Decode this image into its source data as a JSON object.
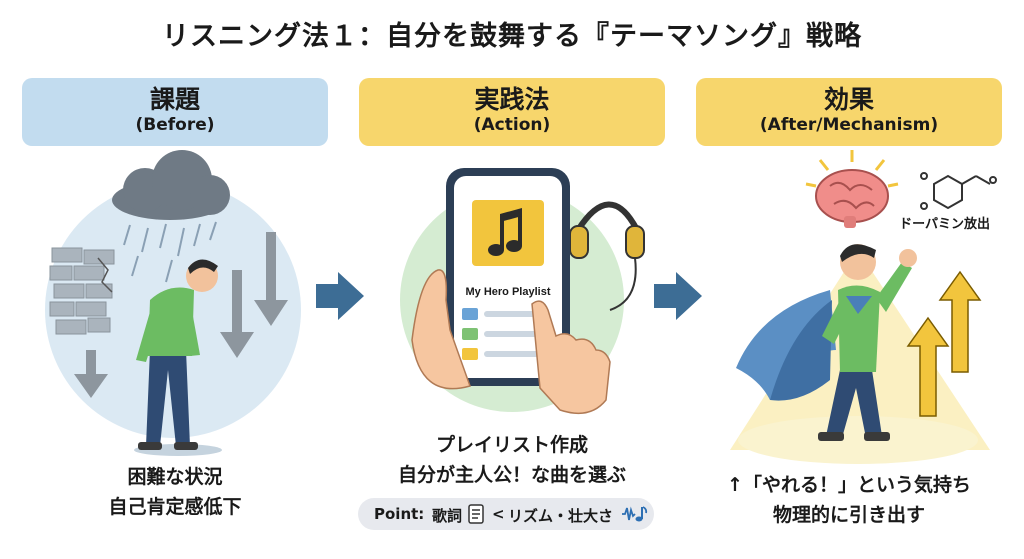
{
  "title": "リスニング法１：自分を鼓舞する『テーマソング』戦略",
  "columns": [
    {
      "heading": "課題",
      "sub": "(Before)",
      "caption_line1": "困難な状況",
      "caption_line2": "自己肯定感低下"
    },
    {
      "heading": "実践法",
      "sub": "(Action)",
      "caption_line1": "プレイリスト作成",
      "caption_line2": "自分が主人公！な曲を選ぶ"
    },
    {
      "heading": "効果",
      "sub": "(After/Mechanism)",
      "caption_line1": "↑「やれる！」という気持ち",
      "caption_line2": "物理的に引き出す"
    }
  ],
  "phone": {
    "playlist_title": "My Hero Playlist"
  },
  "dopamine_label": "ドーパミン放出",
  "point": {
    "label": "Point:",
    "lyrics": "歌詞",
    "less_than": "<",
    "rhythm": "リズム・壮大さ"
  },
  "colors": {
    "blue_header": "#c2dcef",
    "yellow_header": "#f7d66c",
    "arrow": "#3d6d95"
  }
}
